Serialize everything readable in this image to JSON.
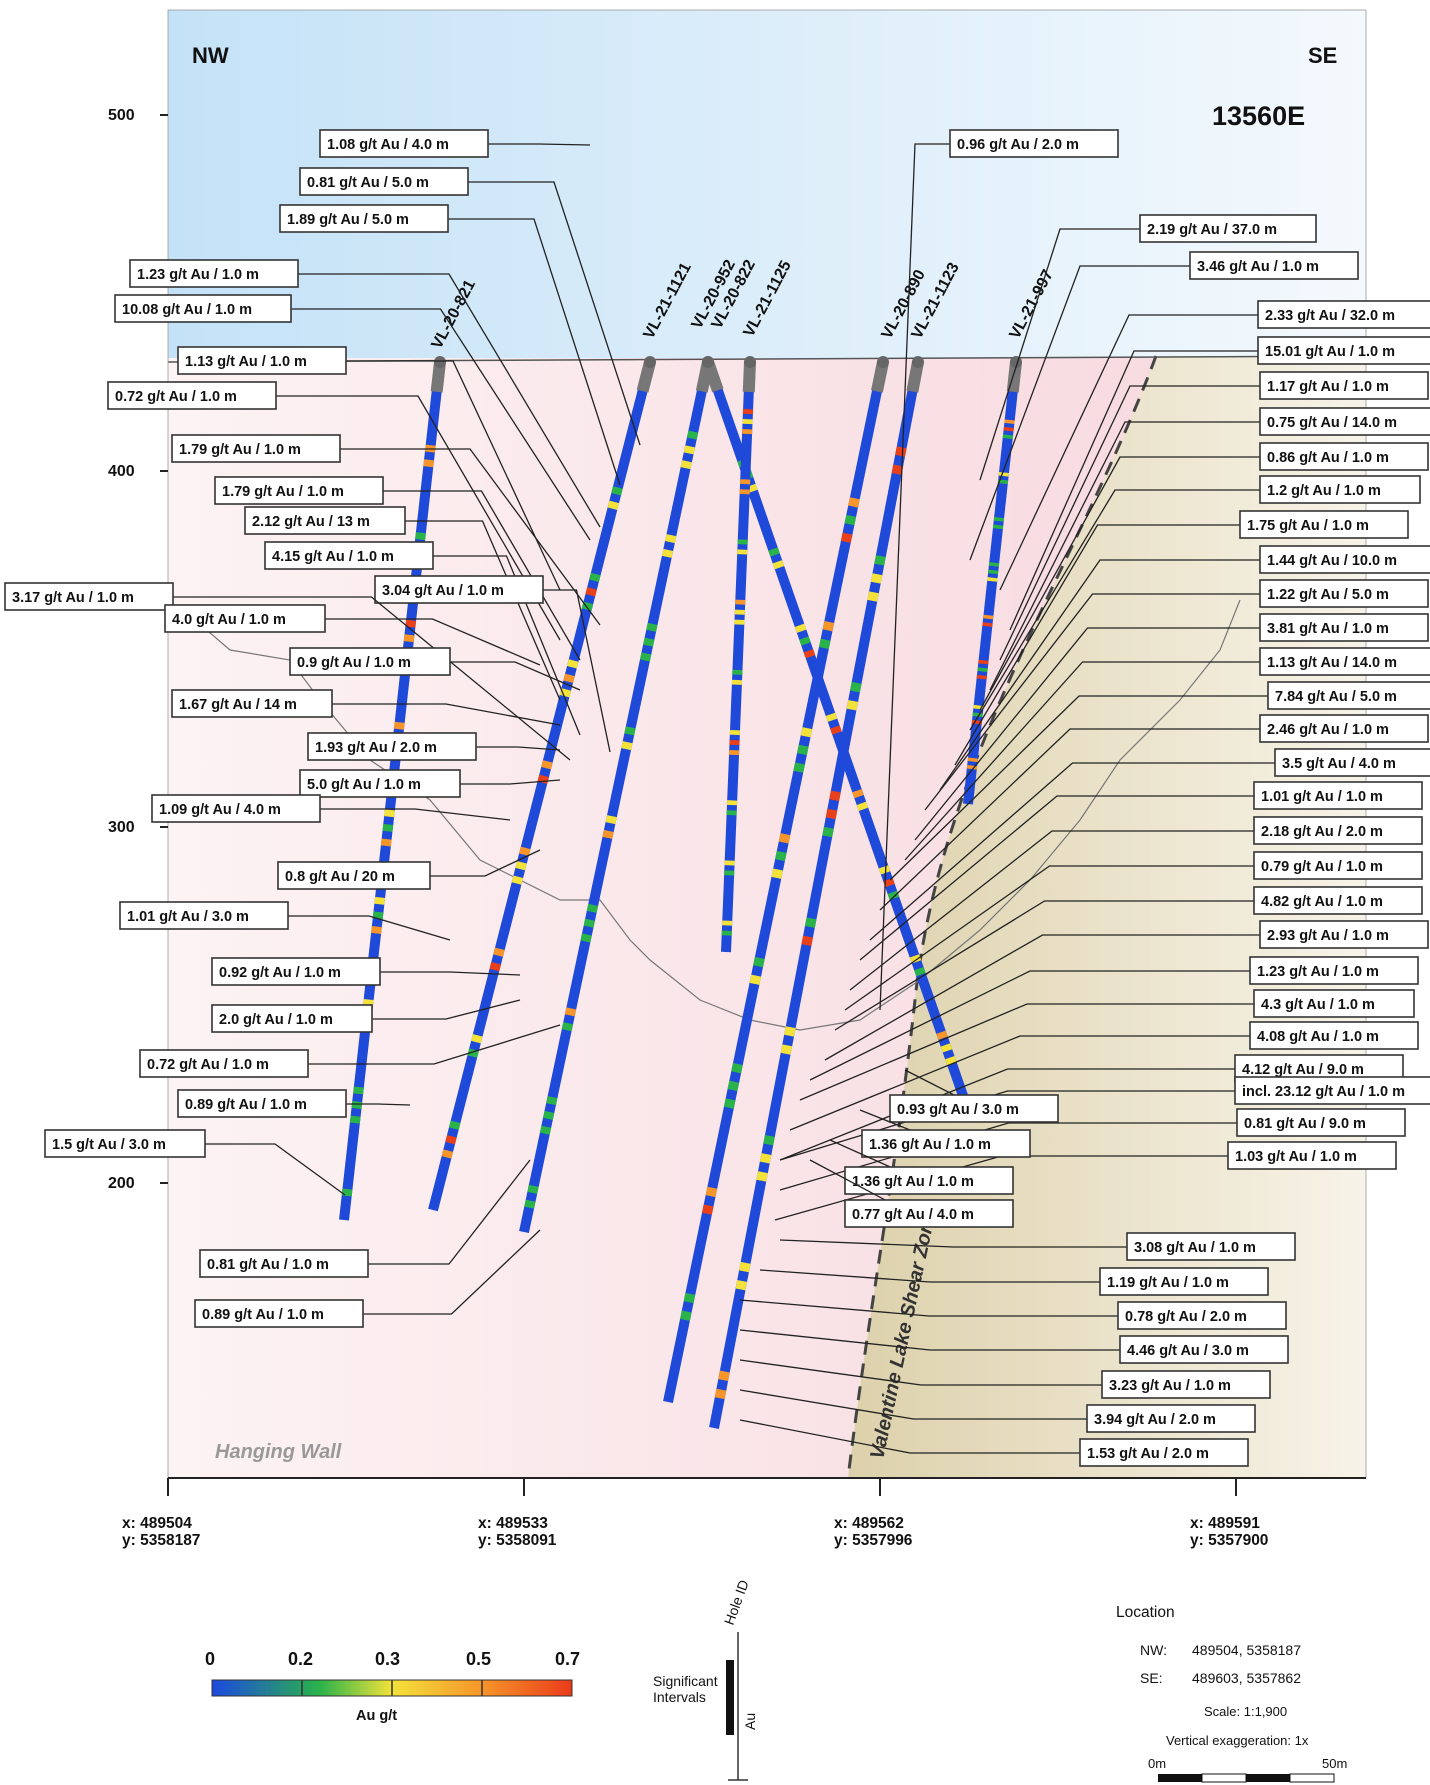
{
  "section": {
    "nw_label": "NW",
    "se_label": "SE",
    "section_name": "13560E",
    "hanging_wall": "Hanging Wall",
    "shear_zone": "Valentine Lake Shear Zone"
  },
  "elevations": [
    "500",
    "400",
    "300",
    "200"
  ],
  "coords": [
    {
      "x": "x: 489504",
      "y": "y: 5358187"
    },
    {
      "x": "x: 489533",
      "y": "y: 5358091"
    },
    {
      "x": "x: 489562",
      "y": "y: 5357996"
    },
    {
      "x": "x: 489591",
      "y": "y: 5357900"
    }
  ],
  "holes": [
    "VL-20-821",
    "VL-21-1121",
    "VL-20-952",
    "VL-20-822",
    "VL-21-1125",
    "VL-20-890",
    "VL-21-1123",
    "VL-21-997"
  ],
  "annotations": [
    "1.08 g/t Au / 4.0 m",
    "0.81 g/t Au / 5.0 m",
    "1.89 g/t Au / 5.0 m",
    "1.23 g/t Au / 1.0 m",
    "10.08 g/t Au / 1.0 m",
    "1.13 g/t Au / 1.0 m",
    "0.72 g/t Au / 1.0 m",
    "1.79 g/t Au / 1.0 m",
    "1.79 g/t Au / 1.0 m",
    "2.12 g/t Au / 13 m",
    "4.15 g/t Au / 1.0 m",
    "3.04 g/t Au / 1.0 m",
    "3.17 g/t Au / 1.0 m",
    "4.0 g/t Au / 1.0 m",
    "0.9 g/t Au / 1.0 m",
    "1.67 g/t Au / 14 m",
    "1.93 g/t Au / 2.0 m",
    "5.0 g/t Au / 1.0 m",
    "1.09 g/t Au / 4.0 m",
    "0.8 g/t Au / 20 m",
    "1.01 g/t Au / 3.0 m",
    "0.92 g/t Au / 1.0 m",
    "2.0 g/t Au / 1.0 m",
    "0.72 g/t Au / 1.0 m",
    "0.89 g/t Au / 1.0 m",
    "1.5 g/t Au / 3.0 m",
    "0.81 g/t Au / 1.0 m",
    "0.89 g/t Au / 1.0 m",
    "0.96 g/t Au / 2.0 m",
    "2.19 g/t Au / 37.0 m",
    "3.46 g/t Au / 1.0 m",
    "2.33 g/t Au / 32.0 m",
    "15.01 g/t Au / 1.0 m",
    "1.17 g/t Au / 1.0 m",
    "0.75 g/t Au / 14.0 m",
    "0.86 g/t Au / 1.0 m",
    "1.2 g/t Au / 1.0 m",
    "1.75 g/t Au / 1.0 m",
    "1.44 g/t Au / 10.0 m",
    "1.22 g/t Au / 5.0 m",
    "3.81 g/t Au / 1.0 m",
    "1.13 g/t Au / 14.0 m",
    "7.84 g/t Au / 5.0 m",
    "2.46 g/t Au / 1.0 m",
    "3.5 g/t Au / 4.0 m",
    "1.01 g/t Au / 1.0 m",
    "2.18 g/t Au / 2.0 m",
    "0.79 g/t Au / 1.0 m",
    "4.82 g/t Au / 1.0 m",
    "2.93 g/t Au / 1.0 m",
    "1.23 g/t Au / 1.0 m",
    "4.3 g/t Au / 1.0 m",
    "4.08 g/t Au / 1.0 m",
    "4.12 g/t Au / 9.0 m",
    "incl. 23.12 g/t Au / 1.0 m",
    "0.81 g/t Au / 9.0 m",
    "1.03 g/t Au / 1.0 m",
    "0.93 g/t Au / 3.0 m",
    "1.36 g/t Au / 1.0 m",
    "1.36 g/t Au / 1.0 m",
    "0.77 g/t Au / 4.0 m",
    "3.08 g/t Au / 1.0 m",
    "1.19 g/t Au / 1.0 m",
    "0.78 g/t Au / 2.0 m",
    "4.46 g/t Au / 3.0 m",
    "3.23 g/t Au / 1.0 m",
    "3.94 g/t Au / 2.0 m",
    "1.53 g/t Au / 2.0 m"
  ],
  "legend": {
    "ticks": [
      "0",
      "0.2",
      "0.3",
      "0.5",
      "0.7"
    ],
    "unit": "Au g/t",
    "hole_id_label": "Hole ID",
    "significant_line1": "Significant",
    "significant_line2": "Intervals",
    "au_label": "Au"
  },
  "location": {
    "title": "Location",
    "nw_label": "NW:",
    "nw_value": "489504, 5358187",
    "se_label": "SE:",
    "se_value": "489603, 5357862",
    "scale": "Scale: 1:1,900",
    "vertical_exaggeration": "Vertical exaggeration: 1x",
    "scalebar_start": "0m",
    "scalebar_end": "50m"
  },
  "colors": {
    "sky_top": "#c7e3f6",
    "hanging_wall": "#f8dde2",
    "footwall": "#e6dcc0",
    "hole_low": "#1f49d8",
    "hole_high": "#e8401b"
  }
}
